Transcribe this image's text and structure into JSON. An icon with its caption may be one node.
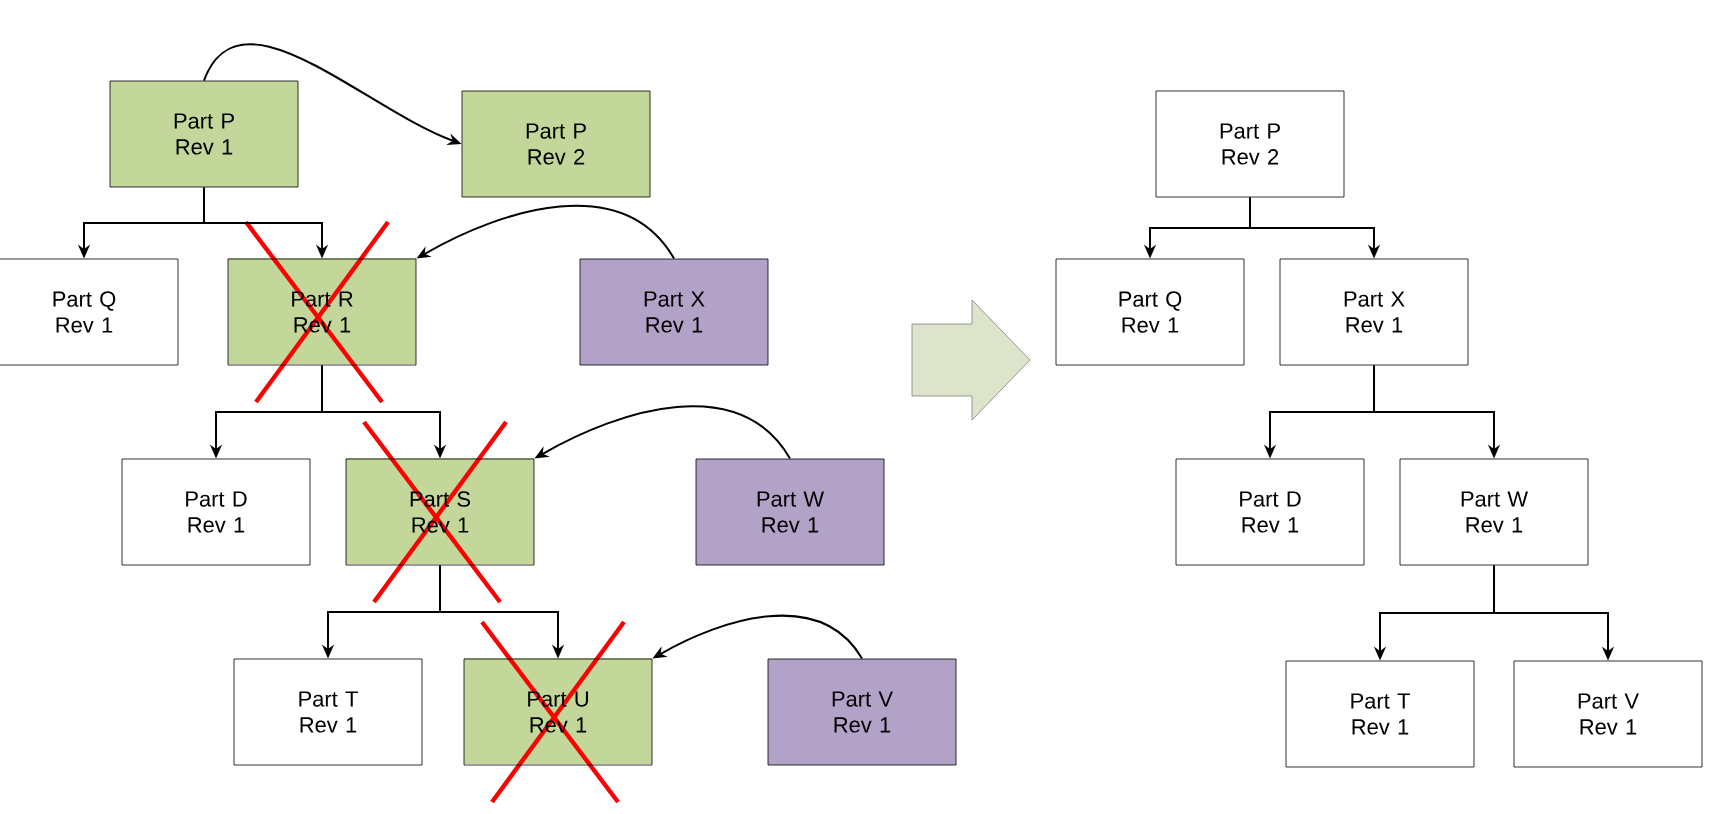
{
  "diagram": {
    "nodes": [
      {
        "text": [
          "Part P Rev 1"
        ]
      },
      {
        "text": [
          "Part P Rev 2"
        ]
      },
      {
        "text": [
          "Part Q Rev 1"
        ]
      },
      {
        "text": [
          "Part R Rev 1"
        ]
      },
      {
        "text": [
          "Part X Rev 1"
        ]
      },
      {
        "text": [
          "Part D Rev 1"
        ]
      },
      {
        "text": [
          "Part S Rev 1"
        ]
      },
      {
        "text": [
          "Part W Rev 1"
        ]
      },
      {
        "text": [
          "Part T Rev 1"
        ]
      },
      {
        "text": [
          "Part U Rev 1"
        ]
      },
      {
        "text": [
          "Part V Rev 1"
        ]
      },
      {
        "text": [
          "Part P Rev 2"
        ]
      },
      {
        "text": [
          "Part Q Rev 1"
        ]
      },
      {
        "text": [
          "Part X Rev 1"
        ]
      },
      {
        "text": [
          "Part D Rev 1"
        ]
      },
      {
        "text": [
          "Part W Rev 1"
        ]
      },
      {
        "text": [
          "Part T Rev 1"
        ]
      },
      {
        "text": [
          "Part V Rev 1"
        ]
      }
    ],
    "edges": [
      {
        "from": 0,
        "to": 1,
        "arrow": "to"
      },
      {
        "from": 0,
        "to": 2,
        "arrow": "to"
      },
      {
        "from": 0,
        "to": 3,
        "arrow": "to"
      },
      {
        "from": 4,
        "to": 3,
        "arrow": "to"
      },
      {
        "from": 3,
        "to": 5,
        "arrow": "to"
      },
      {
        "from": 3,
        "to": 6,
        "arrow": "to"
      },
      {
        "from": 7,
        "to": 6,
        "arrow": "to"
      },
      {
        "from": 6,
        "to": 8,
        "arrow": "to"
      },
      {
        "from": 6,
        "to": 9,
        "arrow": "to"
      },
      {
        "from": 10,
        "to": 9,
        "arrow": "to"
      },
      {
        "from": 11,
        "to": 12,
        "arrow": "to"
      },
      {
        "from": 11,
        "to": 13,
        "arrow": "to"
      },
      {
        "from": 13,
        "to": 14,
        "arrow": "to"
      },
      {
        "from": 13,
        "to": 15,
        "arrow": "to"
      },
      {
        "from": 15,
        "to": 16,
        "arrow": "to"
      },
      {
        "from": 15,
        "to": 17,
        "arrow": "to"
      }
    ]
  }
}
